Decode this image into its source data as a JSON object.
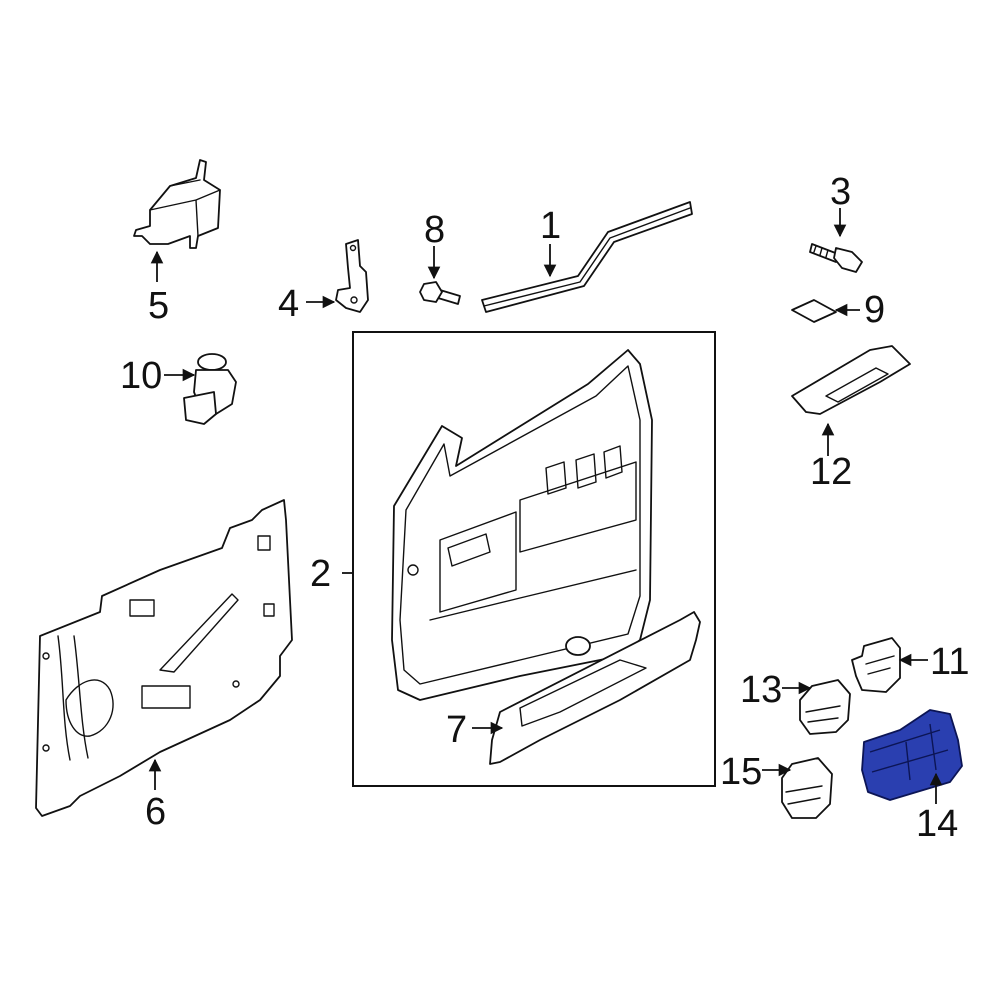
{
  "diagram": {
    "highlight_color": "#2a3fb0",
    "callouts": [
      {
        "id": "1",
        "label": "1"
      },
      {
        "id": "2",
        "label": "2"
      },
      {
        "id": "3",
        "label": "3"
      },
      {
        "id": "4",
        "label": "4"
      },
      {
        "id": "5",
        "label": "5"
      },
      {
        "id": "6",
        "label": "6"
      },
      {
        "id": "7",
        "label": "7"
      },
      {
        "id": "8",
        "label": "8"
      },
      {
        "id": "9",
        "label": "9"
      },
      {
        "id": "10",
        "label": "10"
      },
      {
        "id": "11",
        "label": "11"
      },
      {
        "id": "12",
        "label": "12"
      },
      {
        "id": "13",
        "label": "13"
      },
      {
        "id": "14",
        "label": "14"
      },
      {
        "id": "15",
        "label": "15"
      }
    ],
    "highlighted_part": "14"
  }
}
